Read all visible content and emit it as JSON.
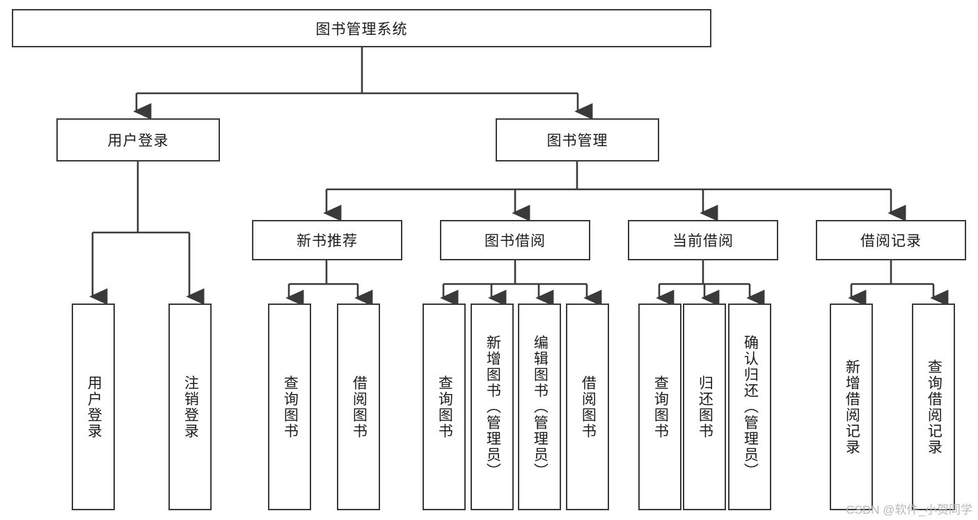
{
  "diagram": {
    "title": "图书管理系统",
    "background_color": "#ffffff",
    "line_color": "#3a3a3a",
    "text_color": "#1c1c1c",
    "nodes": {
      "root": "图书管理系统",
      "user_login": "用户登录",
      "book_manage": "图书管理",
      "new_book_rec": "新书推荐",
      "book_borrow": "图书借阅",
      "current_borrow": "当前借阅",
      "borrow_record": "借阅记录",
      "leaf_user_login": "用户登录",
      "leaf_logout_login": "注销登录",
      "leaf_query_book_1": "查询图书",
      "leaf_borrow_book_1": "借阅图书",
      "leaf_query_book_2": "查询图书",
      "leaf_add_book_admin": "新增图书（管理员）",
      "leaf_edit_book_admin": "编辑图书（管理员）",
      "leaf_borrow_book_2": "借阅图书",
      "leaf_query_book_3": "查询图书",
      "leaf_return_book": "归还图书",
      "leaf_confirm_return_admin": "确认归还（管理员）",
      "leaf_add_borrow_record": "新增借阅记录",
      "leaf_query_borrow_record": "查询借阅记录"
    }
  },
  "watermark": {
    "text": "CSDN @软件_小贺同学"
  }
}
